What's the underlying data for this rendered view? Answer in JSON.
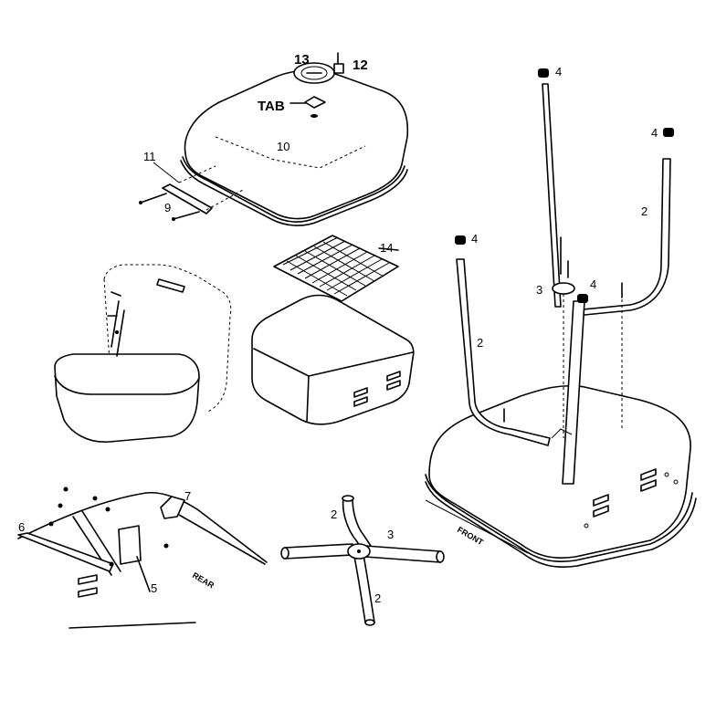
{
  "labels": {
    "p13": "13",
    "p12": "12",
    "tab": "TAB",
    "p10": "10",
    "p11": "11",
    "p9": "9",
    "p14": "14",
    "p4a": "4",
    "p4b": "4",
    "p4c": "4",
    "p4d": "4",
    "p2a": "2",
    "p2b": "2",
    "p3a": "3",
    "p7": "7",
    "p6": "6",
    "p5": "5",
    "rear": "REAR",
    "front": "FRONT",
    "p2c": "2",
    "p2d": "2",
    "p3b": "3"
  }
}
